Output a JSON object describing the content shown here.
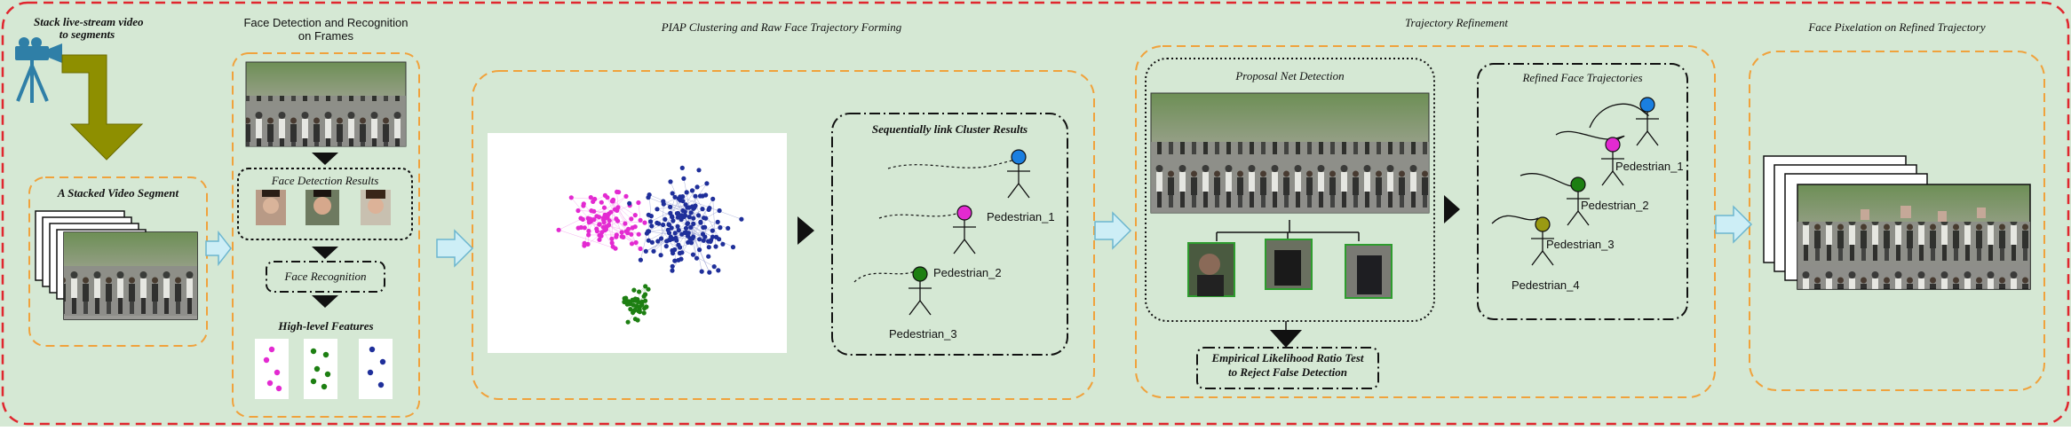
{
  "colors": {
    "background": "#d5e8d4",
    "outer_border": "#e0262e",
    "stage_border": "#f0a23c",
    "arrow_fill": "#cdeef6",
    "arrow_stroke": "#6cb6cf",
    "camera": "#2f7fa7",
    "down_arrow": "#8e8f00",
    "magenta": "#e32ad1",
    "green": "#1d7f12",
    "navy": "#1f2f9a",
    "olive": "#9a9a12",
    "blue": "#1a7fe0"
  },
  "stages": {
    "stack": {
      "title_line1": "Stack live-stream video",
      "title_line2": "to segments",
      "segment_label": "A Stacked Video Segment"
    },
    "detection": {
      "title_line1": "Face Detection and Recognition",
      "title_line2": "on Frames",
      "results_label": "Face Detection Results",
      "recognition_label": "Face Recognition",
      "features_label": "High-level Features"
    },
    "clustering": {
      "title": "PIAP Clustering and Raw Face Trajectory Forming",
      "link_label": "Sequentially link Cluster Results"
    },
    "refinement": {
      "title": "Trajectory Refinement",
      "proposal_label": "Proposal Net Detection",
      "refined_label": "Refined Face Trajectories",
      "test_line1": "Empirical Likelihood Ratio Test",
      "test_line2": "to Reject False Detection"
    },
    "pixelation": {
      "title": "Face Pixelation on Refined Trajectory"
    }
  },
  "pedestrians": [
    "Pedestrian_1",
    "Pedestrian_2",
    "Pedestrian_3",
    "Pedestrian_4"
  ]
}
